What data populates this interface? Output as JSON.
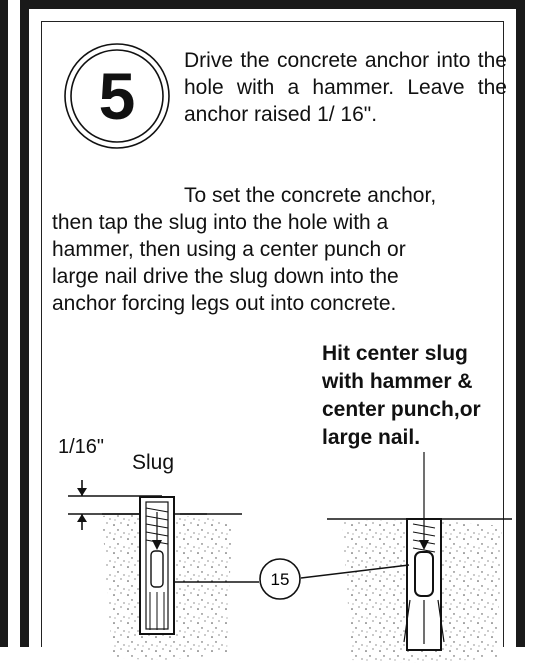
{
  "step": {
    "number": "5"
  },
  "instructions": {
    "paragraph1": "Drive the concrete anchor into the hole with a hammer. Leave the anchor raised 1/ 16\".",
    "paragraph2_first_line": "To set the concrete anchor,",
    "paragraph2_lines": [
      "then tap the slug into the hole with a",
      "hammer, then using a center punch or",
      "large nail drive the slug down into the",
      "anchor forcing legs out into concrete."
    ]
  },
  "callout": {
    "lines": [
      "Hit center slug",
      "with hammer &",
      "center punch,or",
      "large nail."
    ]
  },
  "diagram": {
    "dimension_label": "1/16\"",
    "slug_label": "Slug",
    "part_number": "15"
  },
  "colors": {
    "ink": "#111111",
    "frame": "#1a1a1a",
    "paper": "#ffffff"
  }
}
